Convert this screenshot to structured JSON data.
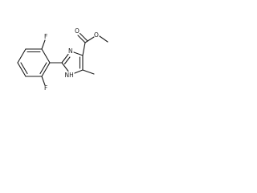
{
  "molecule": {
    "atoms": {
      "f_top": "F",
      "f_bottom": "F",
      "n_ring": "N",
      "nh_ring": "NH",
      "o_carbonyl": "O",
      "o_ester": "O"
    },
    "colors": {
      "bond": "#1a1a1a",
      "background": "#ffffff"
    }
  }
}
